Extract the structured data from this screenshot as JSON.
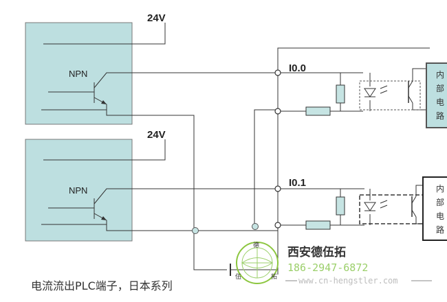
{
  "diagram": {
    "sensors": [
      {
        "supply": "24V",
        "type": "NPN"
      },
      {
        "supply": "24V",
        "type": "NPN"
      }
    ],
    "inputs": [
      "I0.0",
      "I0.1"
    ],
    "internal_circuit_label": [
      "内",
      "部",
      "电",
      "路"
    ],
    "caption": "电流流出PLC端子，日本系列"
  },
  "watermark": {
    "company": "西安德伍拓",
    "phone": "186-2947-6872",
    "website": "www.cn-hengstler.com",
    "seal_text": [
      "德",
      "伍",
      "拓"
    ]
  },
  "colors": {
    "sensor_fill": "#bddfe0",
    "resistor_fill": "#c6e4e3",
    "wire": "#333333",
    "watermark": "#8cc63f",
    "watermark_text": "#9bcf6a",
    "watermark_url": "#bdbdbd"
  }
}
